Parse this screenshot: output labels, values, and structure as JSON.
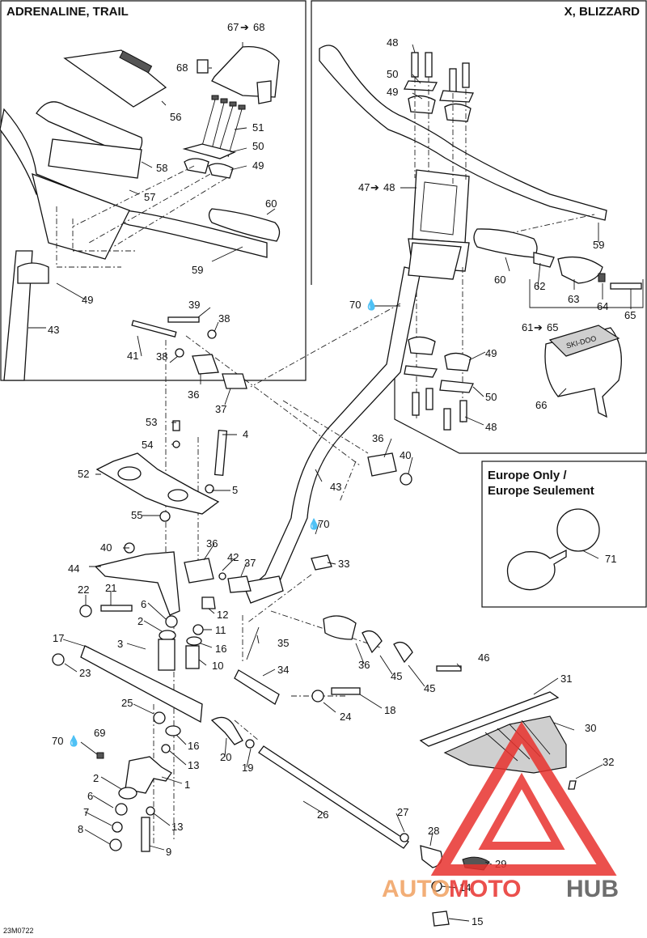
{
  "panels": {
    "top_left_title": "ADRENALINE, TRAIL",
    "top_right_title": "X, BLIZZARD",
    "europe_title_line1": "Europe Only /",
    "europe_title_line2": "Europe Seulement"
  },
  "drawing_code": "23M0722",
  "watermark": {
    "part1": "AUTO",
    "part2": "MOTO",
    "part3": "HUB",
    "color_red": "#e8322e",
    "color_gray": "#555555"
  },
  "callouts": {
    "c67": "67",
    "c68top": "68",
    "c68": "68",
    "c56": "56",
    "c51": "51",
    "c50a": "50",
    "c49a": "49",
    "c58": "58",
    "c57": "57",
    "c60a": "60",
    "c59a": "59",
    "c49b": "49",
    "c43a": "43",
    "c48a": "48",
    "c50b": "50",
    "c49c": "49",
    "c47": "47",
    "c48b": "48",
    "c59b": "59",
    "c60b": "60",
    "c62": "62",
    "c63": "63",
    "c64": "64",
    "c65": "65",
    "c61": "61",
    "c65b": "65",
    "c66": "66",
    "c49d": "49",
    "c50c": "50",
    "c48c": "48",
    "c70a": "70",
    "c39": "39",
    "c38a": "38",
    "c41": "41",
    "c38b": "38",
    "c36a": "36",
    "c37a": "37",
    "c36b": "36",
    "c40a": "40",
    "c43b": "43",
    "c53": "53",
    "c54": "54",
    "c4": "4",
    "c52": "52",
    "c5": "5",
    "c55": "55",
    "c70b": "70",
    "c71": "71",
    "c40b": "40",
    "c36c": "36",
    "c42": "42",
    "c37b": "37",
    "c33": "33",
    "c44": "44",
    "c22": "22",
    "c21": "21",
    "c6a": "6",
    "c12": "12",
    "c2a": "2",
    "c11": "11",
    "c17": "17",
    "c3": "3",
    "c16a": "16",
    "c10": "10",
    "c35": "35",
    "c23": "23",
    "c36d": "36",
    "c45a": "45",
    "c45b": "45",
    "c46": "46",
    "c34": "34",
    "c31": "31",
    "c25": "25",
    "c18": "18",
    "c24": "24",
    "c16b": "16",
    "c20": "20",
    "c30": "30",
    "c70c": "70",
    "c69": "69",
    "c13a": "13",
    "c19": "19",
    "c1": "1",
    "c32": "32",
    "c2b": "2",
    "c6b": "6",
    "c26": "26",
    "c27": "27",
    "c7": "7",
    "c13b": "13",
    "c28": "28",
    "c8": "8",
    "c9": "9",
    "c29": "29",
    "c14": "14",
    "c15": "15"
  }
}
